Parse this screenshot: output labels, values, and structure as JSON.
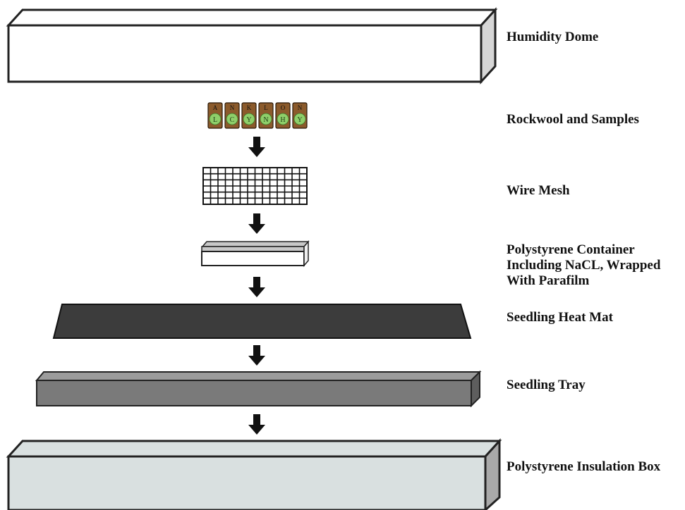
{
  "labels": {
    "humidity_dome": "Humidity Dome",
    "rockwool": "Rockwool and Samples",
    "wire_mesh": "Wire Mesh",
    "polystyrene_container": [
      "Polystyrene Container",
      "Including NaCL, Wrapped",
      "With Parafilm"
    ],
    "heat_mat": "Seedling Heat Mat",
    "seedling_tray": "Seedling Tray",
    "insulation_box": "Polystyrene Insulation Box"
  },
  "rockwool_cells": [
    {
      "top": "A",
      "bottom": "L"
    },
    {
      "top": "N",
      "bottom": "C"
    },
    {
      "top": "K",
      "bottom": "Y"
    },
    {
      "top": "L",
      "bottom": "N"
    },
    {
      "top": "O",
      "bottom": "H"
    },
    {
      "top": "N",
      "bottom": "Y"
    }
  ],
  "colors": {
    "dome_fill": "#ffffff",
    "rockwool": "#8b5a2b",
    "sample_green": "#8fcf6a",
    "heat_mat": "#3c3c3c",
    "tray_front": "#7a7a7a",
    "insulation_front": "#d9e0e0",
    "container_lid": "#c8c8c8",
    "outline": "#222222"
  },
  "icons": {
    "arrow": "down-arrow-icon"
  }
}
